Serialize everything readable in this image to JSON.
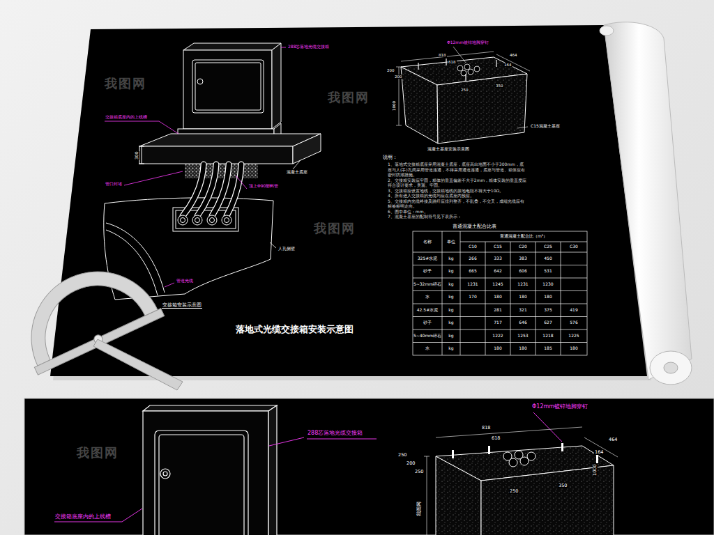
{
  "diagram": {
    "title": "落地式光缆交接箱安装示意图",
    "labels": [
      "288芯落地光缆交接箱",
      "交接箱底座内的上线槽",
      "300",
      "混凝土底座",
      "管口封堵",
      "顶上Φ90塑料管",
      "人孔侧壁",
      "管道光缆",
      "交接箱安装示意图",
      "Φ12mm镀锌地脚穿钉",
      "818",
      "618",
      "464",
      "164",
      "200",
      "200",
      "250",
      "350",
      "1000",
      "C15混凝土基座",
      "混凝土基座安装示意图",
      "说明：",
      "1、落地式交接箱底座采用混凝土底座，底座高出地面不小于300mm，底座与人(手)孔间采用管道连通，不得采用通道连通，底座与管道、箱体应有密封防潮措施。",
      "2、交接箱安装应牢固，箱体的垂直偏差不大于2mm，箱体安装的垂直度应符合设计要求，美观、牢固。",
      "3、交接箱应设置地线，交接箱地线的接地电阻不得大于10Ω。",
      "4、所有进入交接箱的光缆均应在底座内预留。",
      "5、交接箱内光缆终接及跳纤应排列整齐，不乱叠，不交叉，成端光缆应有标签标明走向。",
      "6、图中单位：mm。",
      "7、混凝土基座的配制符号见下表所示：",
      "普通混凝土配合比表",
      "名称",
      "单位",
      "普通混凝土配合比（m³）",
      "C10",
      "C15",
      "C20",
      "C25",
      "C30",
      "325#水泥",
      "kg",
      "266",
      "333",
      "383",
      "450",
      "砂子",
      "kg",
      "665",
      "642",
      "606",
      "531",
      "5~32mm碎石",
      "kg",
      "1231",
      "1245",
      "1231",
      "1230",
      "水",
      "kg",
      "170",
      "180",
      "180",
      "180",
      "42.5#水泥",
      "kg",
      "281",
      "321",
      "375",
      "419",
      "砂子",
      "kg",
      "717",
      "646",
      "627",
      "576",
      "5~40mm碎石",
      "kg",
      "1222",
      "1253",
      "1218",
      "1225",
      "水",
      "kg",
      "180",
      "180",
      "185",
      "180",
      "288芯落地光缆交接箱",
      "交接箱底座内的上线槽",
      "Φ12mm镀锌地脚穿钉",
      "818",
      "618",
      "464",
      "164",
      "250",
      "200",
      "250",
      "350",
      "250",
      "1000",
      "我图网",
      "我图网",
      "我图网",
      "我图网",
      "我图网"
    ]
  }
}
